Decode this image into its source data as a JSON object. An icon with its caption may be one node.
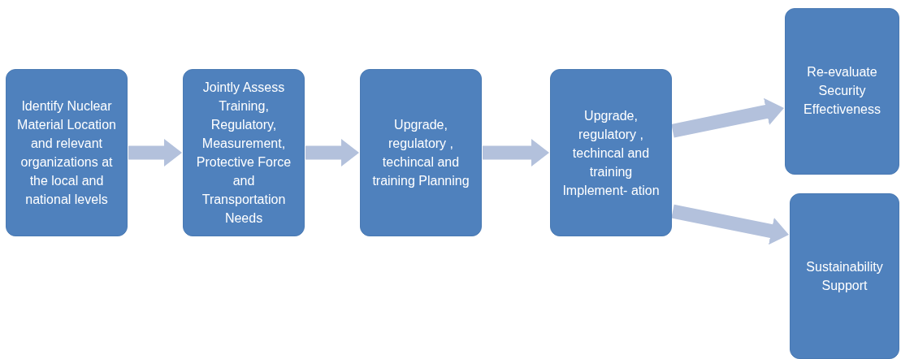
{
  "diagram": {
    "nodes": [
      {
        "text": [
          "Identify Nuclear Material Location and relevant organizations at the local and national levels"
        ]
      },
      {
        "text": [
          "Jointly Assess Training, Regulatory, Measurement, Protective Force and Transportation Needs"
        ]
      },
      {
        "text": [
          "Upgrade, regulatory , techincal and training Planning"
        ]
      },
      {
        "text": [
          "Upgrade, regulatory , techincal and training Implement- ation"
        ]
      },
      {
        "text": [
          "Re-evaluate Security Effectiveness"
        ]
      },
      {
        "text": [
          "Sustainability Support"
        ]
      }
    ],
    "edges": [
      {
        "from": 0,
        "to": 1,
        "arrow": "to"
      },
      {
        "from": 1,
        "to": 2,
        "arrow": "to"
      },
      {
        "from": 2,
        "to": 3,
        "arrow": "to"
      },
      {
        "from": 3,
        "to": 4,
        "arrow": "to"
      },
      {
        "from": 3,
        "to": 5,
        "arrow": "to"
      }
    ]
  }
}
